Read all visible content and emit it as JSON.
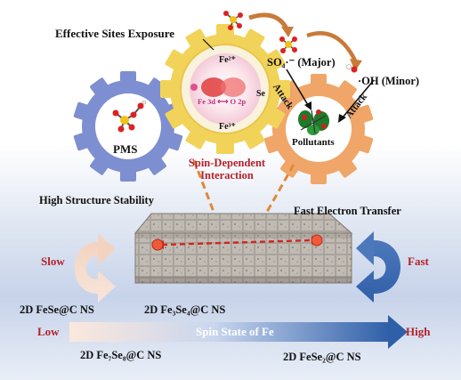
{
  "title_top": "Effective Sites Exposure",
  "pms_label": "PMS",
  "center_gear": {
    "fe2": "Fe²⁺",
    "se": "Se",
    "fe3": "Fe³⁺",
    "orbital": "Fe 3d ⟷ O 2p"
  },
  "interaction_label": "Spin-Dependent Interaction",
  "radicals": {
    "so4": "SO₄·⁻ (Major)",
    "oh": "·OH (Minor)",
    "attack1": "Attack",
    "attack2": "Attack"
  },
  "pollutants_label": "Pollutants",
  "stability_label": "High Structure Stability",
  "transfer_label": "Fast Electron Transfer",
  "slow_label": "Slow",
  "fast_label": "Fast",
  "materials": {
    "fese": "2D FeSe@C NS",
    "fe3se4": "2D Fe₃Se₄@C NS",
    "fe7se8": "2D Fe₇Se₈@C NS",
    "fese2": "2D FeSe₂@C NS"
  },
  "spin_axis": {
    "low": "Low",
    "center": "Spin State of Fe",
    "high": "High"
  },
  "colors": {
    "pms_gear": "#7d8fd0",
    "center_gear_outer": "#f2d35a",
    "pollutant_gear": "#f0a668",
    "accent_red": "#b3232a",
    "arrow_blue": "#2f5fa8"
  }
}
